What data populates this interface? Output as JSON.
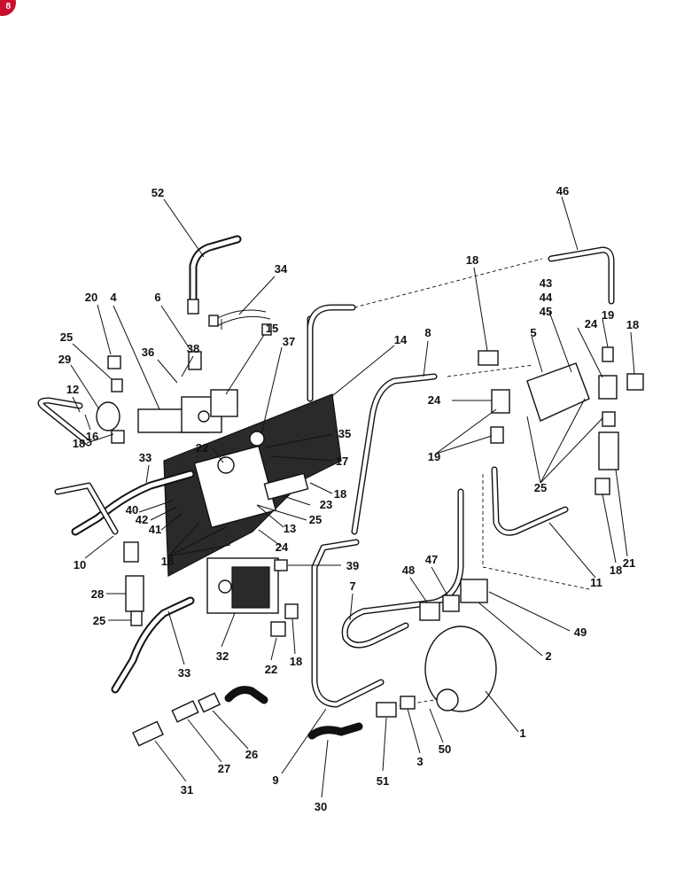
{
  "badge": {
    "text": "8",
    "color": "#c8102e"
  },
  "diagram": {
    "type": "exploded-parts-diagram",
    "line_color": "#111111",
    "callouts": [
      "52",
      "34",
      "6",
      "38",
      "36",
      "4",
      "20",
      "25",
      "29",
      "12",
      "16",
      "18",
      "15",
      "37",
      "14",
      "22",
      "35",
      "17",
      "18",
      "33",
      "40",
      "42",
      "41",
      "23",
      "13",
      "25",
      "24",
      "10",
      "18",
      "28",
      "25",
      "39",
      "33",
      "32",
      "22",
      "18",
      "31",
      "27",
      "26",
      "8",
      "7",
      "48",
      "47",
      "49",
      "2",
      "1",
      "50",
      "3",
      "51",
      "9",
      "30",
      "18",
      "46",
      "43",
      "44",
      "45",
      "5",
      "19",
      "24",
      "18",
      "24",
      "19",
      "25",
      "11",
      "18",
      "21"
    ]
  }
}
